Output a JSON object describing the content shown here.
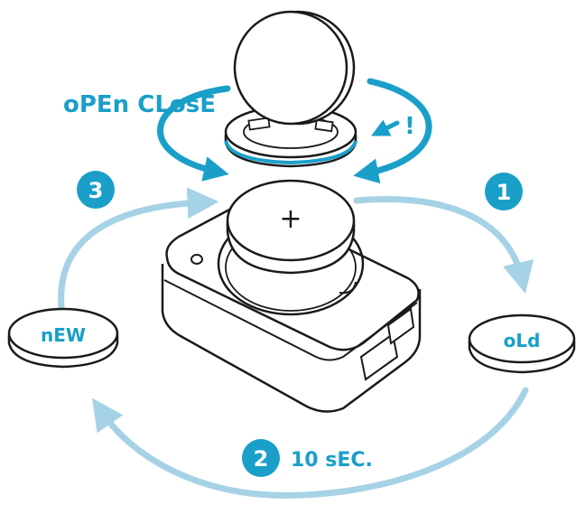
{
  "labels": {
    "open_close": "oPEn CLosE",
    "exclamation": "!",
    "new": "nEW",
    "old": "oLd",
    "step2_text": "10 sEC.",
    "plus_mark": "+"
  },
  "steps": [
    {
      "number": "1"
    },
    {
      "number": "2"
    },
    {
      "number": "3"
    }
  ],
  "colors": {
    "accent": "#1a9fc9",
    "light_arrow": "#a6d2e6",
    "stroke": "#1a1a1a",
    "fill": "#ffffff",
    "badge_text": "#ffffff"
  },
  "icons": {
    "battery": "coin-cell-battery-icon",
    "device": "bike-computer-device-icon",
    "cover": "battery-cover-icon",
    "arrow": "cycle-arrow-icon"
  }
}
